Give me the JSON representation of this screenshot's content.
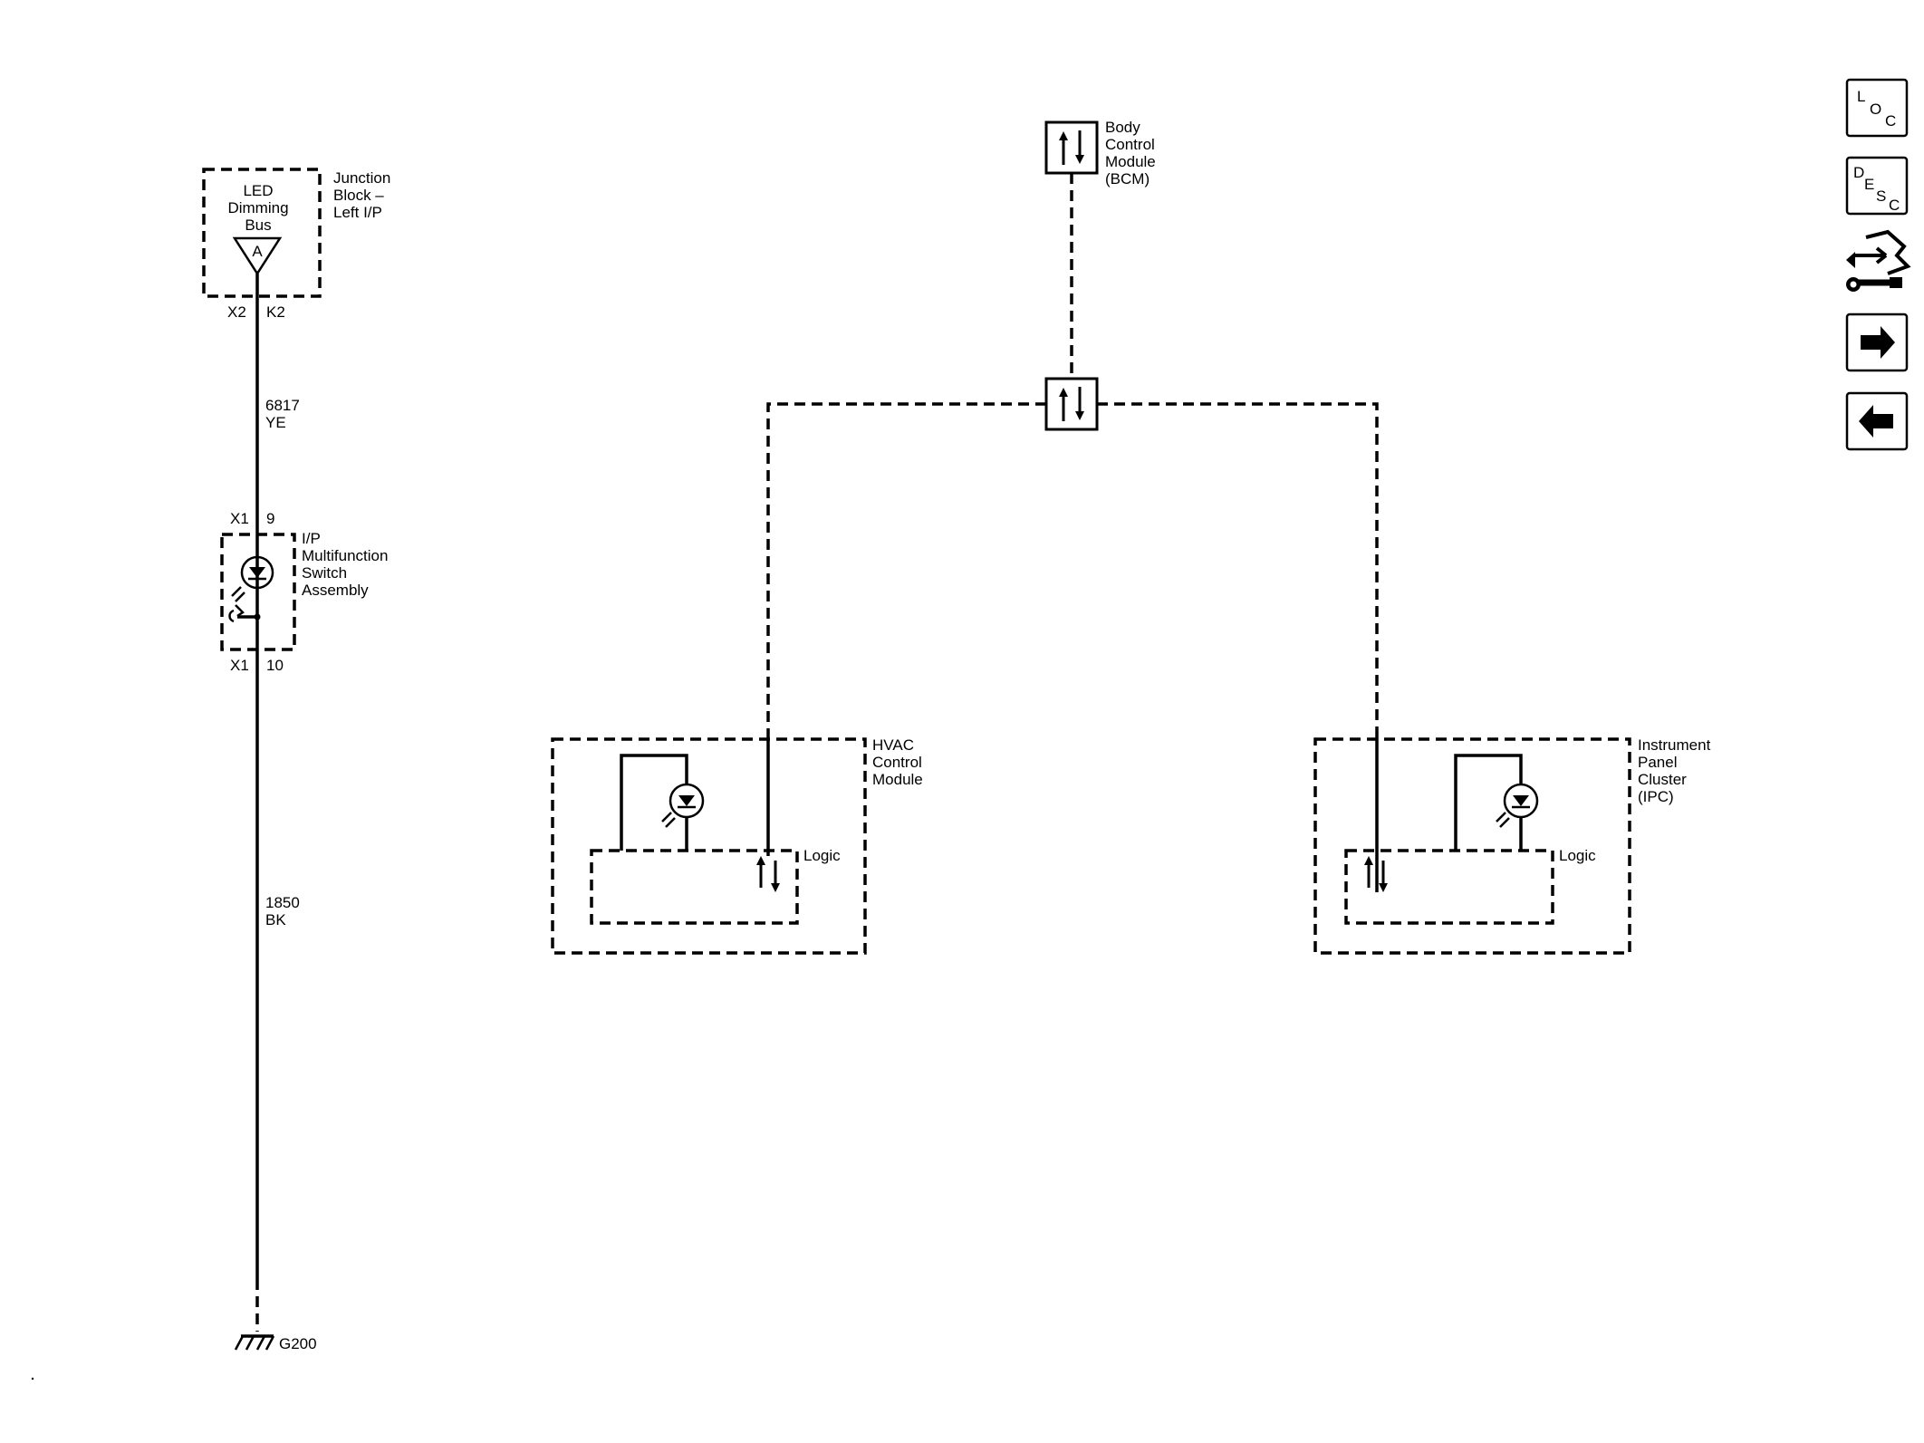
{
  "junction_block": {
    "bus_label": [
      "LED",
      "Dimming",
      "Bus"
    ],
    "terminal": "A",
    "name": [
      "Junction",
      "Block –",
      "Left I/P"
    ],
    "connector": "X2",
    "pin": "K2"
  },
  "wire_upper": {
    "circuit": "6817",
    "color": "YE"
  },
  "multifunction_switch": {
    "name": [
      "I/P",
      "Multifunction",
      "Switch",
      "Assembly"
    ],
    "top_connector": "X1",
    "top_pin": "9",
    "bottom_connector": "X1",
    "bottom_pin": "10"
  },
  "wire_lower": {
    "circuit": "1850",
    "color": "BK"
  },
  "ground": {
    "label": "G200"
  },
  "bcm": {
    "name": [
      "Body",
      "Control",
      "Module",
      "(BCM)"
    ]
  },
  "hvac": {
    "name": [
      "HVAC",
      "Control",
      "Module"
    ],
    "logic": "Logic"
  },
  "ipc": {
    "name": [
      "Instrument",
      "Panel",
      "Cluster",
      "(IPC)"
    ],
    "logic": "Logic"
  },
  "nav": {
    "loc": [
      "L",
      "O",
      "C"
    ],
    "desc": [
      "D",
      "E",
      "S",
      "C"
    ]
  }
}
